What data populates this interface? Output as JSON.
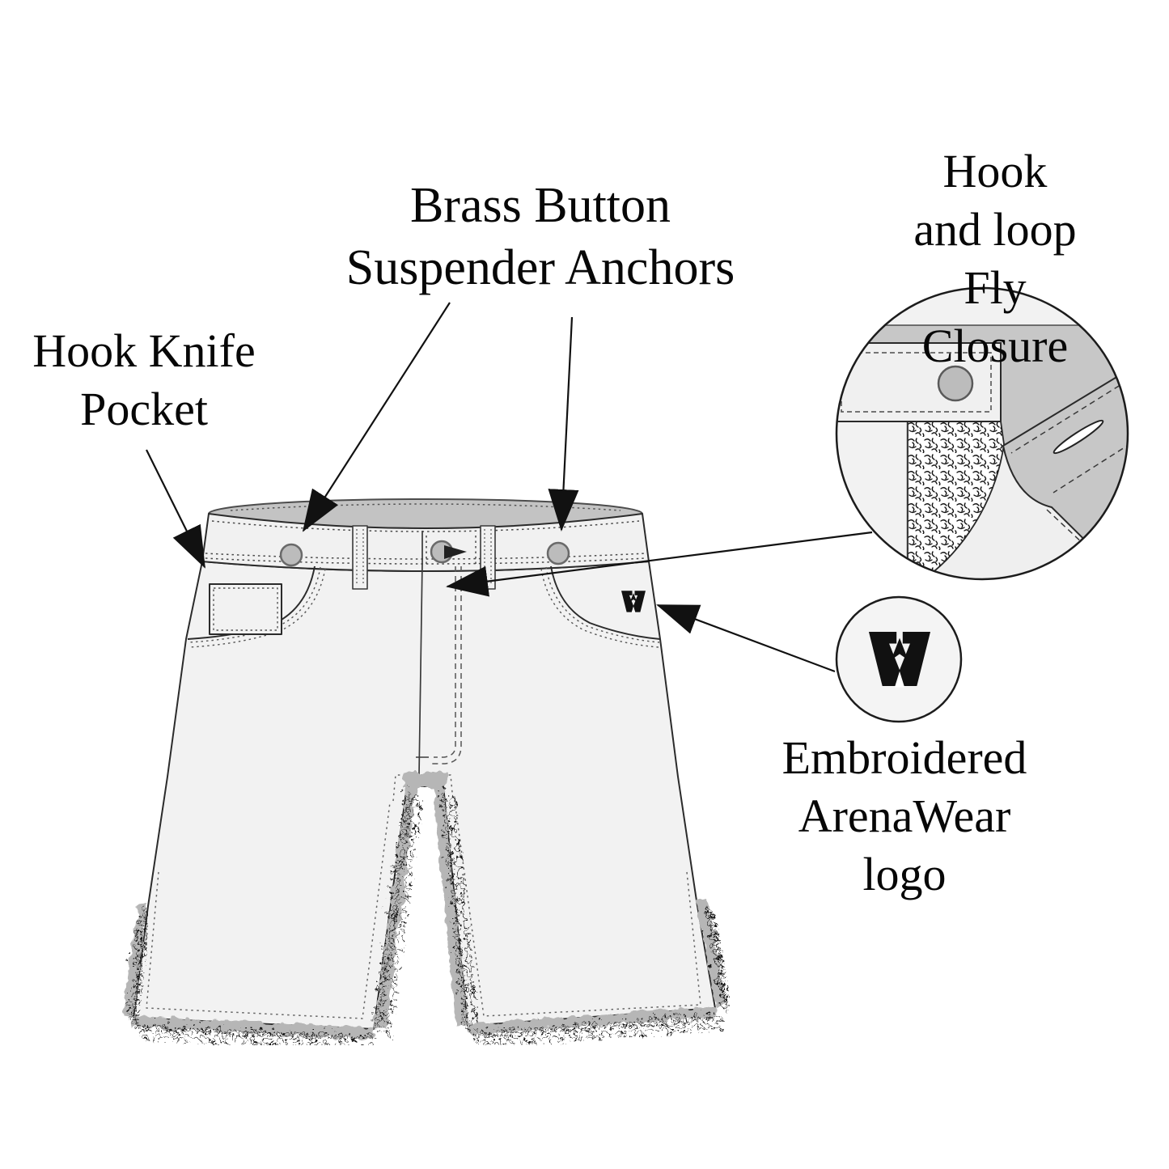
{
  "diagram": {
    "subject": "shorts product feature diagram",
    "callouts": {
      "brass_button": "Brass Button\nSuspender Anchors",
      "hook_loop": "Hook and loop\nFly Closure",
      "hook_knife": "Hook Knife\nPocket",
      "embroidered": "Embroidered\nArenaWear logo"
    },
    "logo_name": "ArenaWear monogram",
    "colors": {
      "background": "#ffffff",
      "outline": "#1c1c1c",
      "fabric": "#f2f2f2",
      "interior_gray": "#c3c3c3",
      "fray_gray": "#b6b6b6",
      "button_gray": "#bcbcbc",
      "text": "#070707"
    }
  }
}
